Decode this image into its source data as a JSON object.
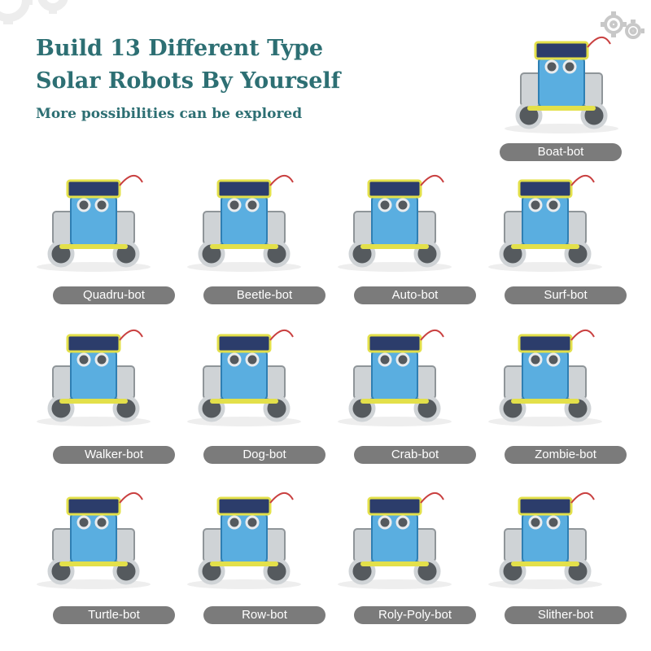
{
  "header": {
    "title_line1": "Build 13 Different Type",
    "title_line2": "Solar Robots By Yourself",
    "subtitle": "More possibilities can be explored"
  },
  "colors": {
    "title": "#2d6f73",
    "label_bg": "#7b7b7b",
    "label_text": "#ffffff",
    "robot_blue": "#5aaee0",
    "robot_grey": "#cfd3d6",
    "robot_dark": "#555a5e",
    "robot_yellow": "#e3e04a"
  },
  "robots": [
    {
      "label": "Boat-bot",
      "icon": "boat-bot-image"
    },
    {
      "label": "Quadru-bot",
      "icon": "quadru-bot-image"
    },
    {
      "label": "Beetle-bot",
      "icon": "beetle-bot-image"
    },
    {
      "label": "Auto-bot",
      "icon": "auto-bot-image"
    },
    {
      "label": "Surf-bot",
      "icon": "surf-bot-image"
    },
    {
      "label": "Walker-bot",
      "icon": "walker-bot-image"
    },
    {
      "label": "Dog-bot",
      "icon": "dog-bot-image"
    },
    {
      "label": "Crab-bot",
      "icon": "crab-bot-image"
    },
    {
      "label": "Zombie-bot",
      "icon": "zombie-bot-image"
    },
    {
      "label": "Turtle-bot",
      "icon": "turtle-bot-image"
    },
    {
      "label": "Row-bot",
      "icon": "row-bot-image"
    },
    {
      "label": "Roly-Poly-bot",
      "icon": "roly-poly-bot-image"
    },
    {
      "label": "Slither-bot",
      "icon": "slither-bot-image"
    }
  ]
}
